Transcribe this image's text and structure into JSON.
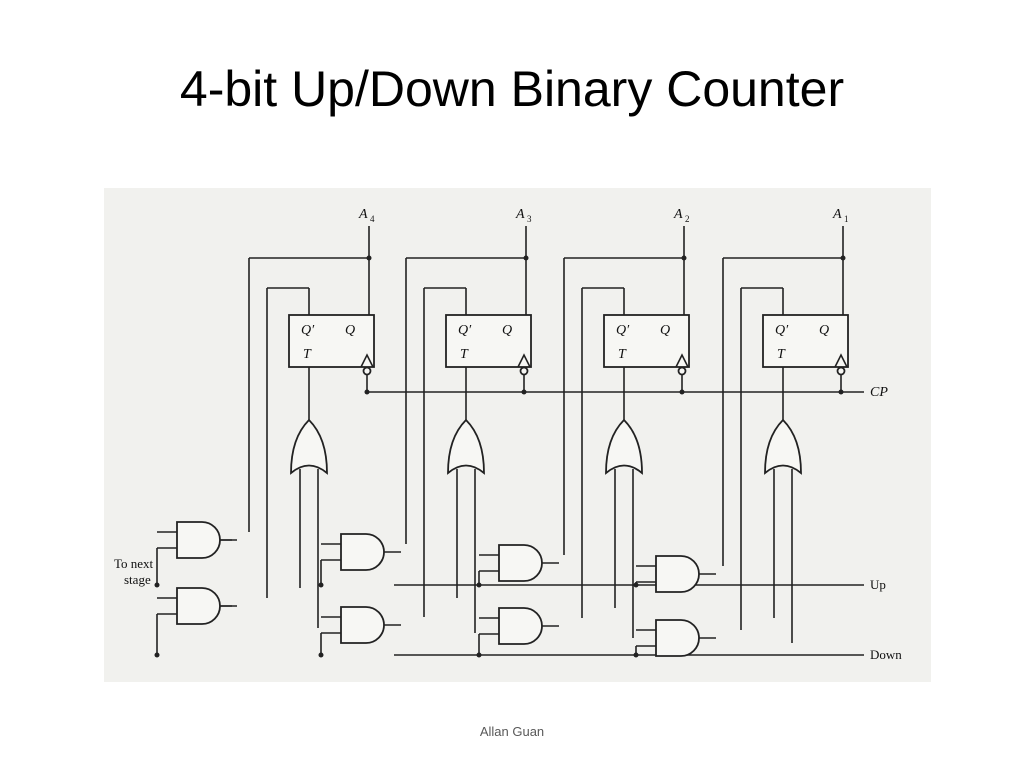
{
  "slide": {
    "title": "4-bit Up/Down Binary Counter",
    "footer": "Allan Guan"
  },
  "diagram": {
    "outputs": [
      {
        "name": "A",
        "sub": "4"
      },
      {
        "name": "A",
        "sub": "3"
      },
      {
        "name": "A",
        "sub": "2"
      },
      {
        "name": "A",
        "sub": "1"
      }
    ],
    "flipflop_labels": {
      "q_bar": "Q′",
      "q": "Q",
      "t": "T"
    },
    "clock_label": "CP",
    "up_label": "Up",
    "down_label": "Down",
    "next_stage_label_1": "To next",
    "next_stage_label_2": "stage"
  }
}
